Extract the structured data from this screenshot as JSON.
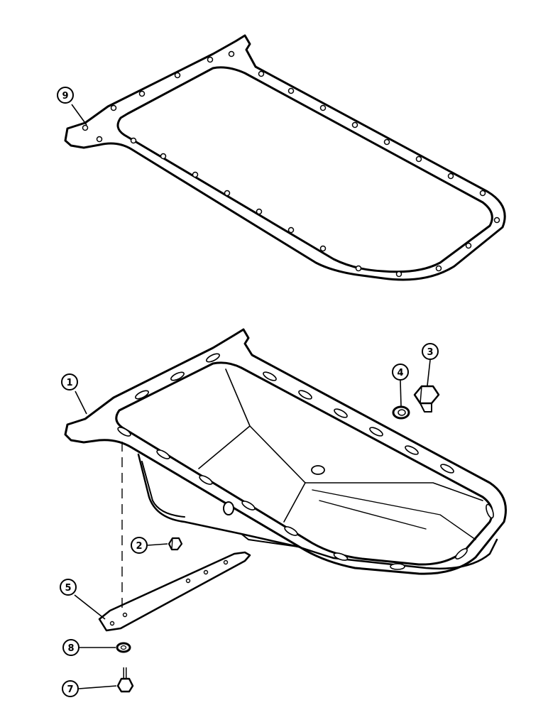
{
  "callouts": {
    "c1": "1",
    "c2": "2",
    "c3": "3",
    "c4": "4",
    "c5": "5",
    "c7": "7",
    "c8": "8",
    "c9": "9"
  },
  "colors": {
    "ink": "#000000",
    "paper": "#ffffff",
    "gasket_fill": "#9a9a9a"
  },
  "icons": {
    "gasket": "oil-pan-gasket-icon",
    "pan": "oil-pan-icon",
    "plug": "drain-plug-icon",
    "washer": "sealing-washer-icon",
    "bracket": "bracket-icon",
    "bolt": "bolt-icon"
  }
}
